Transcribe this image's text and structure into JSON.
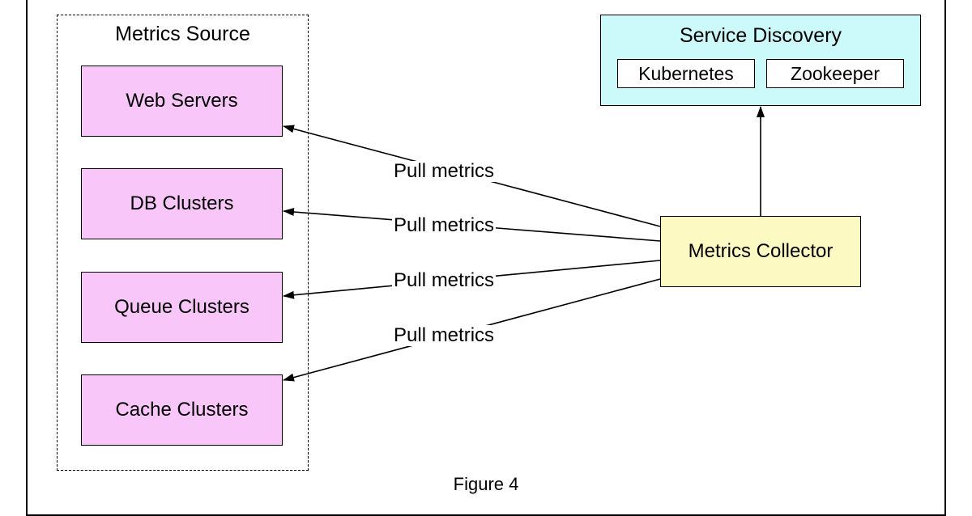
{
  "metrics_source": {
    "title": "Metrics Source",
    "nodes": [
      "Web Servers",
      "DB Clusters",
      "Queue Clusters",
      "Cache Clusters"
    ]
  },
  "service_discovery": {
    "title": "Service Discovery",
    "children": [
      "Kubernetes",
      "Zookeeper"
    ]
  },
  "collector": {
    "label": "Metrics Collector"
  },
  "edges": [
    {
      "from": "Metrics Collector",
      "to": "Web Servers",
      "label": "Pull metrics"
    },
    {
      "from": "Metrics Collector",
      "to": "DB Clusters",
      "label": "Pull metrics"
    },
    {
      "from": "Metrics Collector",
      "to": "Queue Clusters",
      "label": "Pull metrics"
    },
    {
      "from": "Metrics Collector",
      "to": "Cache Clusters",
      "label": "Pull metrics"
    },
    {
      "from": "Metrics Collector",
      "to": "Service Discovery",
      "label": ""
    }
  ],
  "caption": "Figure 4"
}
